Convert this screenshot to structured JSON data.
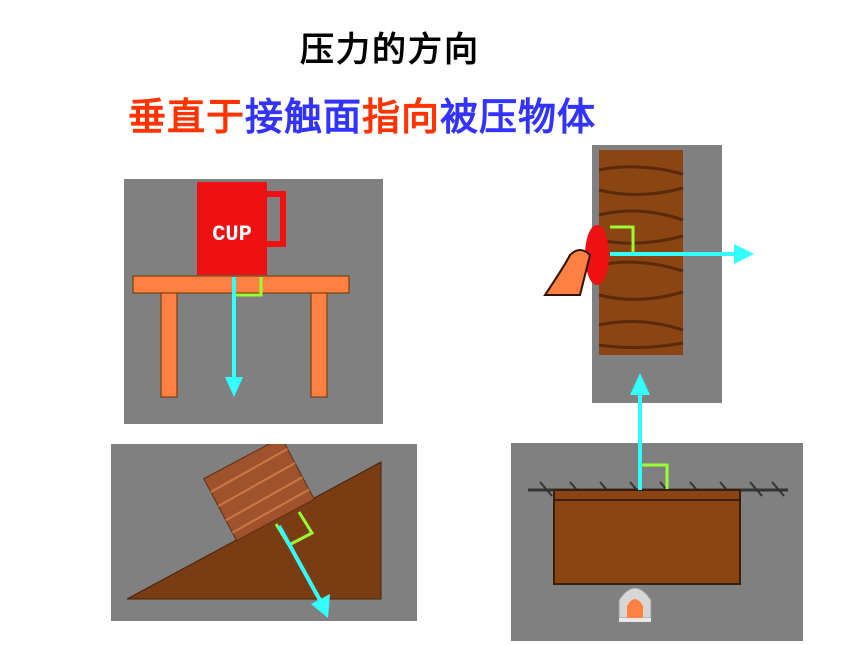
{
  "title": "压力的方向",
  "subtitle": {
    "segments": [
      {
        "text": "垂直于",
        "color": "#ff3300"
      },
      {
        "text": "接触面",
        "color": "#3333ff"
      },
      {
        "text": "指向",
        "color": "#ff3300"
      },
      {
        "text": "被压物体",
        "color": "#3333ff"
      }
    ]
  },
  "cup_label": "CUP",
  "colors": {
    "panel_bg": "#808080",
    "arrow": "#33ffff",
    "right_angle_mark": "#99ff33",
    "table": "#ff8040",
    "cup": "#ee1111",
    "wood": "#8b4513",
    "ramp": "#7a3d13"
  },
  "panels": [
    {
      "name": "cup-on-table",
      "description_icon": "cup-icon"
    },
    {
      "name": "block-on-incline",
      "description_icon": "block-icon"
    },
    {
      "name": "thumbtack-on-wall",
      "description_icon": "thumbtack-icon"
    },
    {
      "name": "ceiling-beam",
      "description_icon": "beam-icon"
    }
  ]
}
